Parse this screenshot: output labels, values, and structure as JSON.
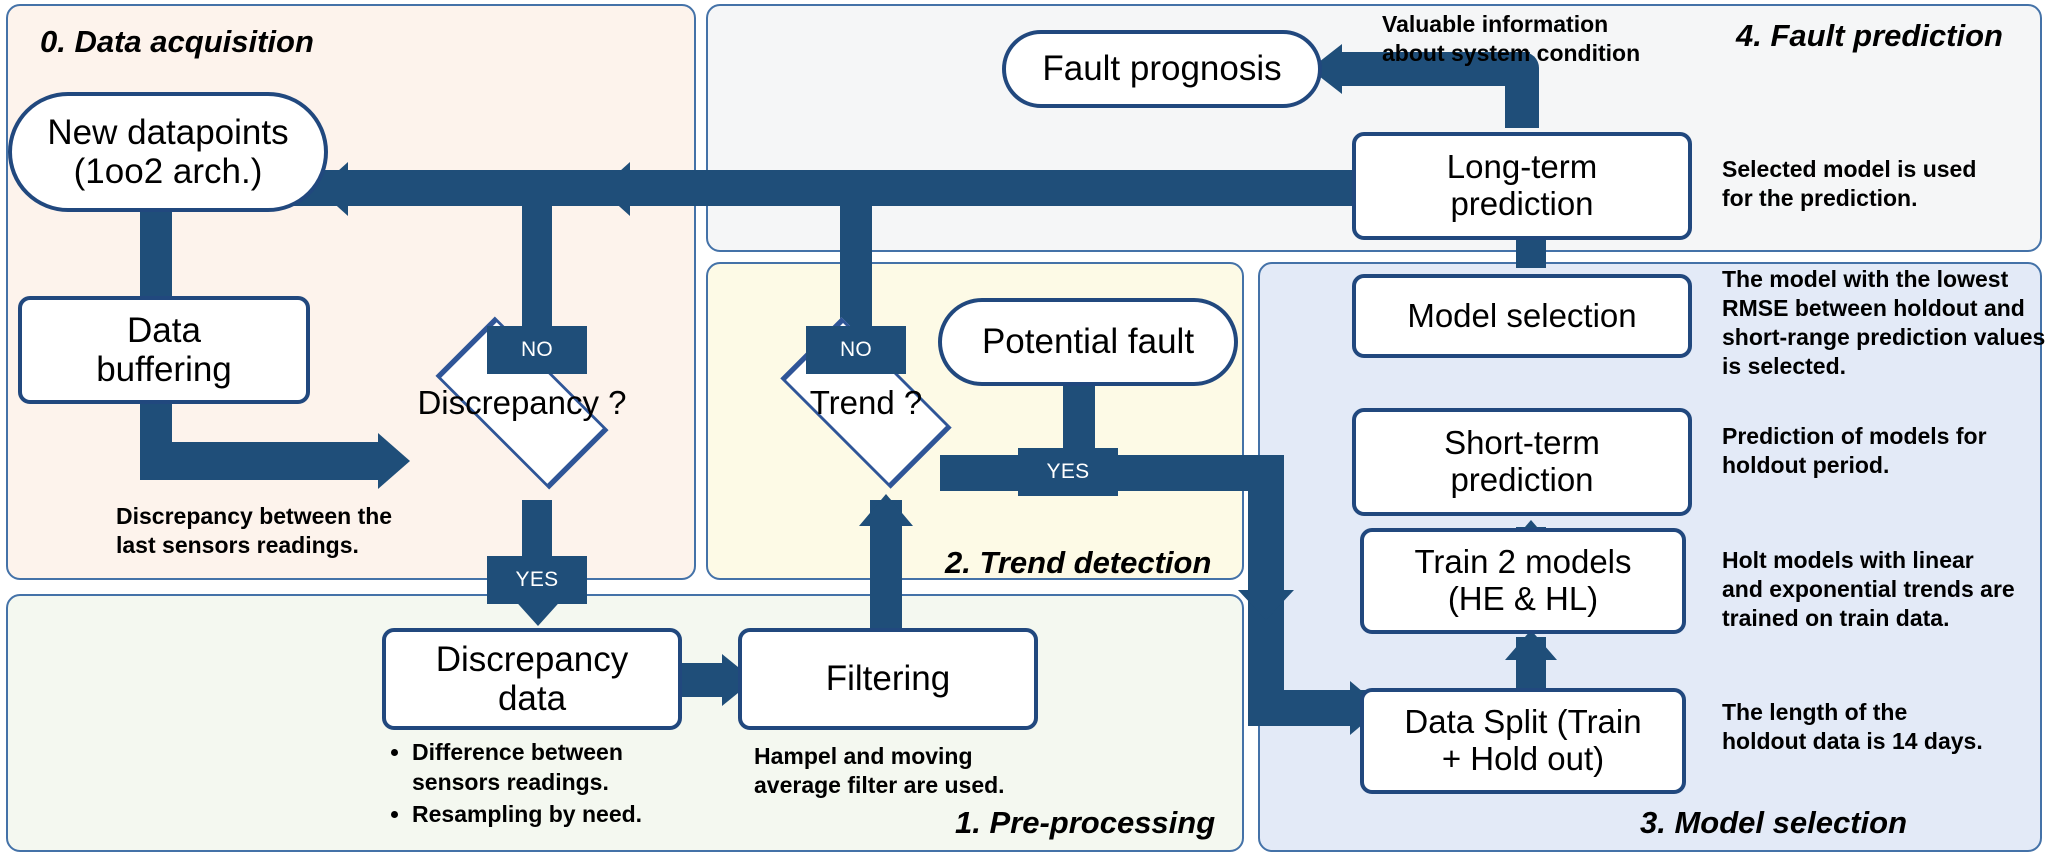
{
  "diagram": {
    "title_sections": {
      "s0": "0. Data acquisition",
      "s1": "1. Pre-processing",
      "s2": "2. Trend detection",
      "s3": "3. Model  selection",
      "s4": "4. Fault prediction"
    },
    "colors": {
      "panel_border": "#4472a8",
      "arrow": "#1f4e79",
      "node_border": "#21487e",
      "s0_fill": "#fdf3ec",
      "s1_fill": "#f4f8f0",
      "s2_fill": "#fdfae6",
      "s3_fill": "#e3eaf7",
      "s4_fill": "#f5f6f7",
      "label_text": "#ffffff"
    },
    "nodes": {
      "new_datapoints": "New datapoints\n(1oo2 arch.)",
      "new_datapoints_l1": "New datapoints",
      "new_datapoints_l2": "(1oo2 arch.)",
      "data_buffering_l1": "Data",
      "data_buffering_l2": "buffering",
      "discrepancy_q": "Discrepancy ?",
      "discrepancy_data_l1": "Discrepancy",
      "discrepancy_data_l2": "data",
      "filtering": "Filtering",
      "trend_q": "Trend ?",
      "potential_fault": "Potential fault",
      "data_split_l1": "Data Split (Train",
      "data_split_l2": "+ Hold out)",
      "train_models_l1": "Train 2 models",
      "train_models_l2": "(HE & HL)",
      "short_term_l1": "Short-term",
      "short_term_l2": "prediction",
      "model_selection": "Model selection",
      "long_term_l1": "Long-term",
      "long_term_l2": "prediction",
      "fault_prognosis": "Fault prognosis"
    },
    "edge_labels": {
      "discrepancy_no": "NO",
      "discrepancy_yes": "YES",
      "trend_no": "NO",
      "trend_yes": "YES"
    },
    "annotations": {
      "discrepancy_between": "Discrepancy between the\nlast sensors readings.",
      "discrepancy_bullets": [
        "Difference between sensors readings.",
        "Resampling by need."
      ],
      "filtering_note": "Hampel and moving\naverage filter are used.",
      "valuable_info": "Valuable information\nabout system condition",
      "selected_model_used": "Selected model is used\nfor the prediction.",
      "lowest_rmse": "The model with the lowest\nRMSE between holdout and\nshort-range prediction values\nis selected.",
      "prediction_holdout": "Prediction of models for\nholdout period.",
      "holt_models": "Holt models with linear\nand exponential trends are\ntrained on train data.",
      "holdout_length": "The length of the\nholdout data is 14 days."
    }
  }
}
